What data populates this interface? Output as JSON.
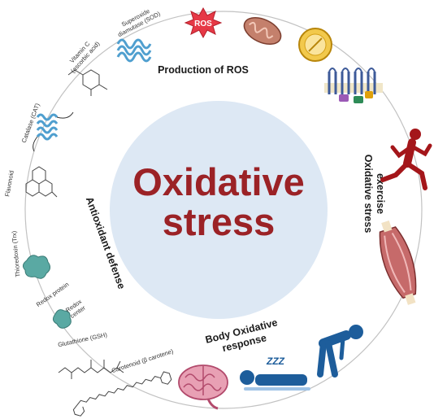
{
  "center": {
    "line1": "Oxidative",
    "line2": "stress"
  },
  "sections": {
    "production": "Production of ROS",
    "exercise_line1": "Oxidative stress",
    "exercise_line2": "exercise",
    "body_line1": "Body Oxidative",
    "body_line2": "response",
    "antioxidant": "Antioxidant defense"
  },
  "molecules": {
    "sod_line1": "Superoxide",
    "sod_line2": "diamutase (SOD)",
    "vitc_line1": "Vitamin C",
    "vitc_line2": "(ascorbic acid)",
    "cat": "Catalase (CAT)",
    "flavonoid": "Flavonoid",
    "trx": "Thioredoxin (Trx)",
    "redox_protein": "Redox protein",
    "redox_center_line1": "Redox",
    "redox_center_line2": "center",
    "gsh": "Glutathione (GSH)",
    "carotenoid": "Carotenoid (β carotene)"
  },
  "ros_badge": "ROS",
  "sleep_glyph": "ZZZ",
  "colors": {
    "center_fill": "#dde8f4",
    "center_text": "#9b2226",
    "ring": "#c2c2c2",
    "section_text": "#1a1a1a",
    "ros_red": "#e63946",
    "runner": "#a4161a",
    "figure_blue": "#1d5d9b",
    "molecule_blue": "#4f9fcf",
    "teal": "#5aa9a3"
  },
  "icons": [
    "ros-burst-icon",
    "mitochondrion-icon",
    "cell-icon",
    "membrane-receptor-icon",
    "runner-icon",
    "muscle-icon",
    "tired-person-icon",
    "sleeping-person-icon",
    "brain-icon",
    "sod-protein-icon",
    "vitamin-c-structure-icon",
    "catalase-protein-icon",
    "flavonoid-structure-icon",
    "thioredoxin-protein-icon",
    "redox-protein-icon",
    "glutathione-structure-icon",
    "carotenoid-structure-icon"
  ]
}
